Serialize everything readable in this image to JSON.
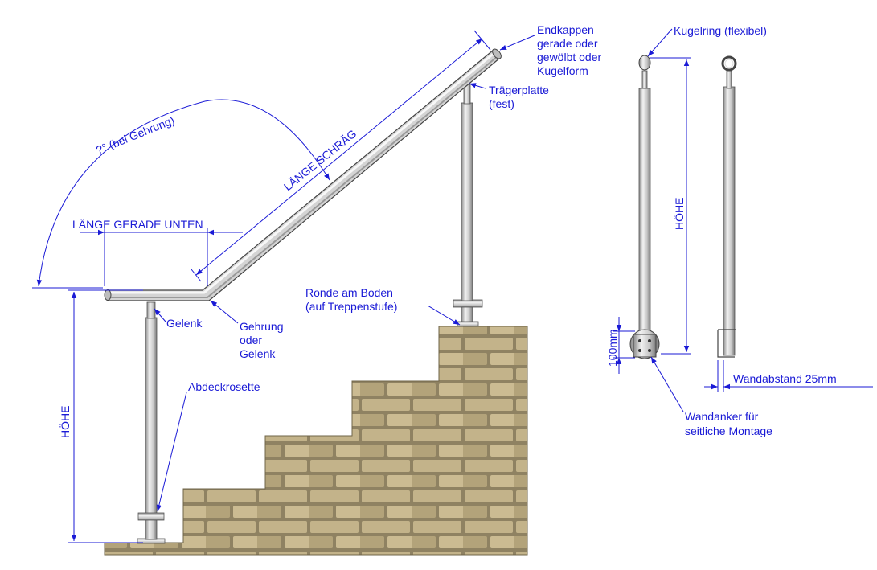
{
  "colors": {
    "annotation": "#1a1ad6",
    "steel_light": "#e2e2e2",
    "steel_dark": "#8a8a8a",
    "brick_a": "#b5a57d",
    "brick_b": "#c9b98f",
    "mortar": "#8f8262"
  },
  "labels": {
    "endkappen": [
      "Endkappen",
      "gerade oder",
      "gewölbt oder",
      "Kugelform"
    ],
    "traegerplatte": [
      "Trägerplatte",
      "(fest)"
    ],
    "angle": "?° (bei Gehrung)",
    "laenge_schraeg": "LÄNGE SCHRÄG",
    "laenge_gerade": "LÄNGE GERADE UNTEN",
    "ronde": [
      "Ronde am Boden",
      "(auf Treppenstufe)"
    ],
    "gelenk": "Gelenk",
    "gehrung": [
      "Gehrung",
      "oder",
      "Gelenk"
    ],
    "abdeckrosette": "Abdeckrosette",
    "hoehe_left": "HÖHE",
    "kugelring": "Kugelring (flexibel)",
    "hoehe_right": "HÖHE",
    "mm100": "100mm",
    "wandabstand": "Wandabstand 25mm",
    "wandanker": [
      "Wandanker für",
      "seitliche Montage"
    ]
  }
}
